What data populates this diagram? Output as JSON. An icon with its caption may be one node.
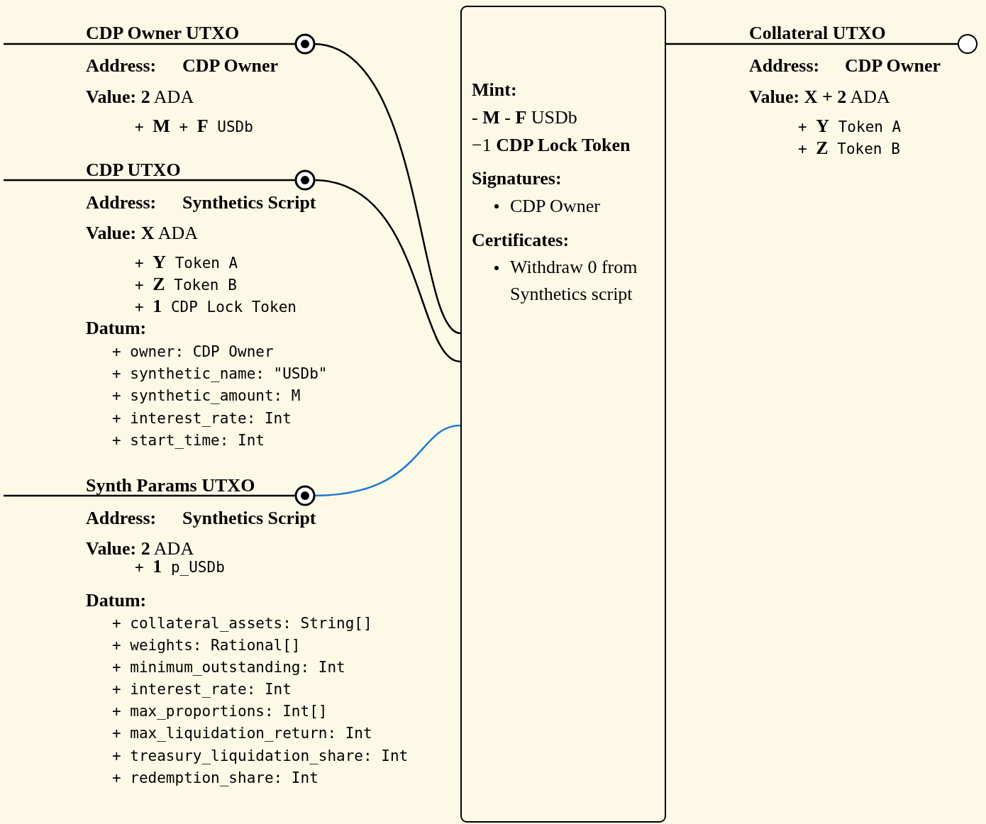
{
  "diagram": {
    "nodes": [
      {
        "text": [
          "CDP Owner UTXO",
          "Address:",
          "CDP Owner",
          "**Value: 2** ADA",
          "+ **M** + **F** USDb"
        ]
      },
      {
        "text": [
          "CDP UTXO",
          "Address:",
          "Synthetics Script",
          "**Value: X** ADA",
          "+ **Y** Token A",
          "+ **Z** Token B",
          "+ **1** CDP Lock Token",
          "Datum:",
          "+ owner: CDP Owner",
          "+ synthetic_name: \"USDb\"",
          "+ synthetic_amount: M",
          "+ interest_rate: Int",
          "+ start_time: Int"
        ]
      },
      {
        "text": [
          "Synth Params UTXO",
          "Address:",
          "Synthetics Script",
          "**Value: 2** ADA",
          "+ **1** p_USDb",
          "Datum:",
          "+ collateral_assets: String[]",
          "+ weights: Rational[]",
          "+ minimum_outstanding: Int",
          "+ interest_rate: Int",
          "+ max_proportions: Int[]",
          "+ max_liquidation_return: Int",
          "+ treasury_liquidation_share: Int",
          "+ redemption_share: Int"
        ]
      },
      {
        "text": [
          "Mint:",
          "- **M** - **F** USDb",
          "−1 **CDP Lock Token**",
          "Signatures:",
          "CDP Owner",
          "Certificates:",
          "Withdraw 0 from Synthetics script"
        ]
      },
      {
        "text": [
          "Collateral UTXO",
          "Address:",
          "CDP Owner",
          "**Value: X + 2** ADA",
          "+ **Y** Token A",
          "+ **Z** Token B"
        ]
      }
    ],
    "edges": [
      {
        "from": 0,
        "to": 3,
        "arrow": "other"
      },
      {
        "from": 1,
        "to": 3,
        "arrow": "other"
      },
      {
        "from": 2,
        "to": 3,
        "arrow": "other",
        "color": "#1e78d2"
      },
      {
        "from": 3,
        "to": 4,
        "arrow": "other"
      }
    ]
  }
}
